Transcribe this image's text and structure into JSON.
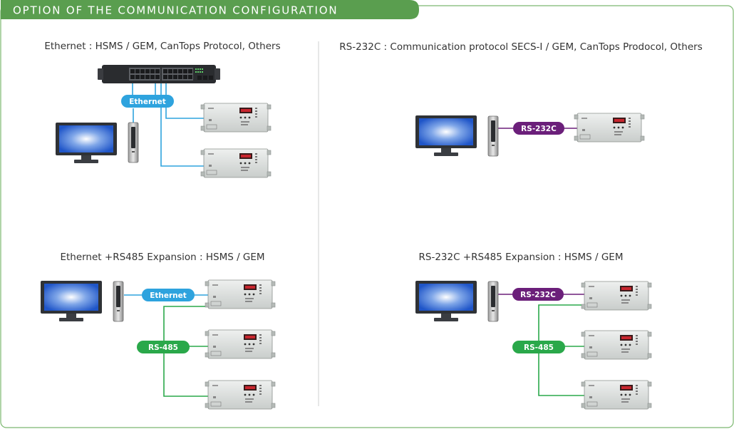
{
  "header": {
    "title": "OPTION OF THE COMMUNICATION CONFIGURATION",
    "color": "#5a9e4f",
    "border_color": "#7cb870"
  },
  "colors": {
    "ethernet": "#2ea3de",
    "rs232c": "#6b1f7a",
    "rs485": "#2aa84a"
  },
  "panels": {
    "top_left": {
      "title": "Ethernet : HSMS / GEM, CanTops Protocol, Others",
      "link_label": "Ethernet"
    },
    "top_right": {
      "title": "RS-232C : Communication protocol SECS-I / GEM, CanTops Prodocol, Others",
      "link_label": "RS-232C"
    },
    "bottom_left": {
      "title": "Ethernet +RS485 Expansion : HSMS / GEM",
      "link_label": "Ethernet",
      "bus_label": "RS-485"
    },
    "bottom_right": {
      "title": "RS-232C +RS485 Expansion : HSMS / GEM",
      "link_label": "RS-232C",
      "bus_label": "RS-485"
    }
  },
  "icons": [
    "network-switch-icon",
    "monitor-icon",
    "pc-tower-icon",
    "controller-device-icon"
  ]
}
